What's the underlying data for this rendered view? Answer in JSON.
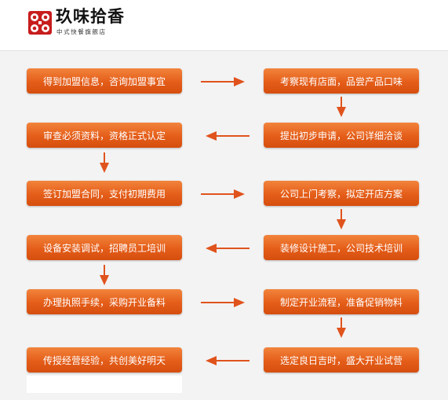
{
  "brand": {
    "title": "玖味拾香",
    "subtitle": "中式快餐旗舰店",
    "primary_color": "#e55d19",
    "logo_color": "#c81d1d"
  },
  "steps": {
    "s1": "得到加盟信息，咨询加盟事宜",
    "s2": "考察现有店面，品尝产品口味",
    "s3": "提出初步申请，公司详细洽谈",
    "s4": "审查必须资料，资格正式认定",
    "s5": "签订加盟合同，支付初期费用",
    "s6": "公司上门考察，拟定开店方案",
    "s7": "装修设计施工，公司技术培训",
    "s8": "设备安装调试，招聘员工培训",
    "s9": "办理执照手续，采购开业备料",
    "s10": "制定开业流程，准备促销物料",
    "s11": "选定良日吉时，盛大开业试营",
    "s12": "传授经营经验，共创美好明天"
  },
  "arrow_color": "#e0531c"
}
